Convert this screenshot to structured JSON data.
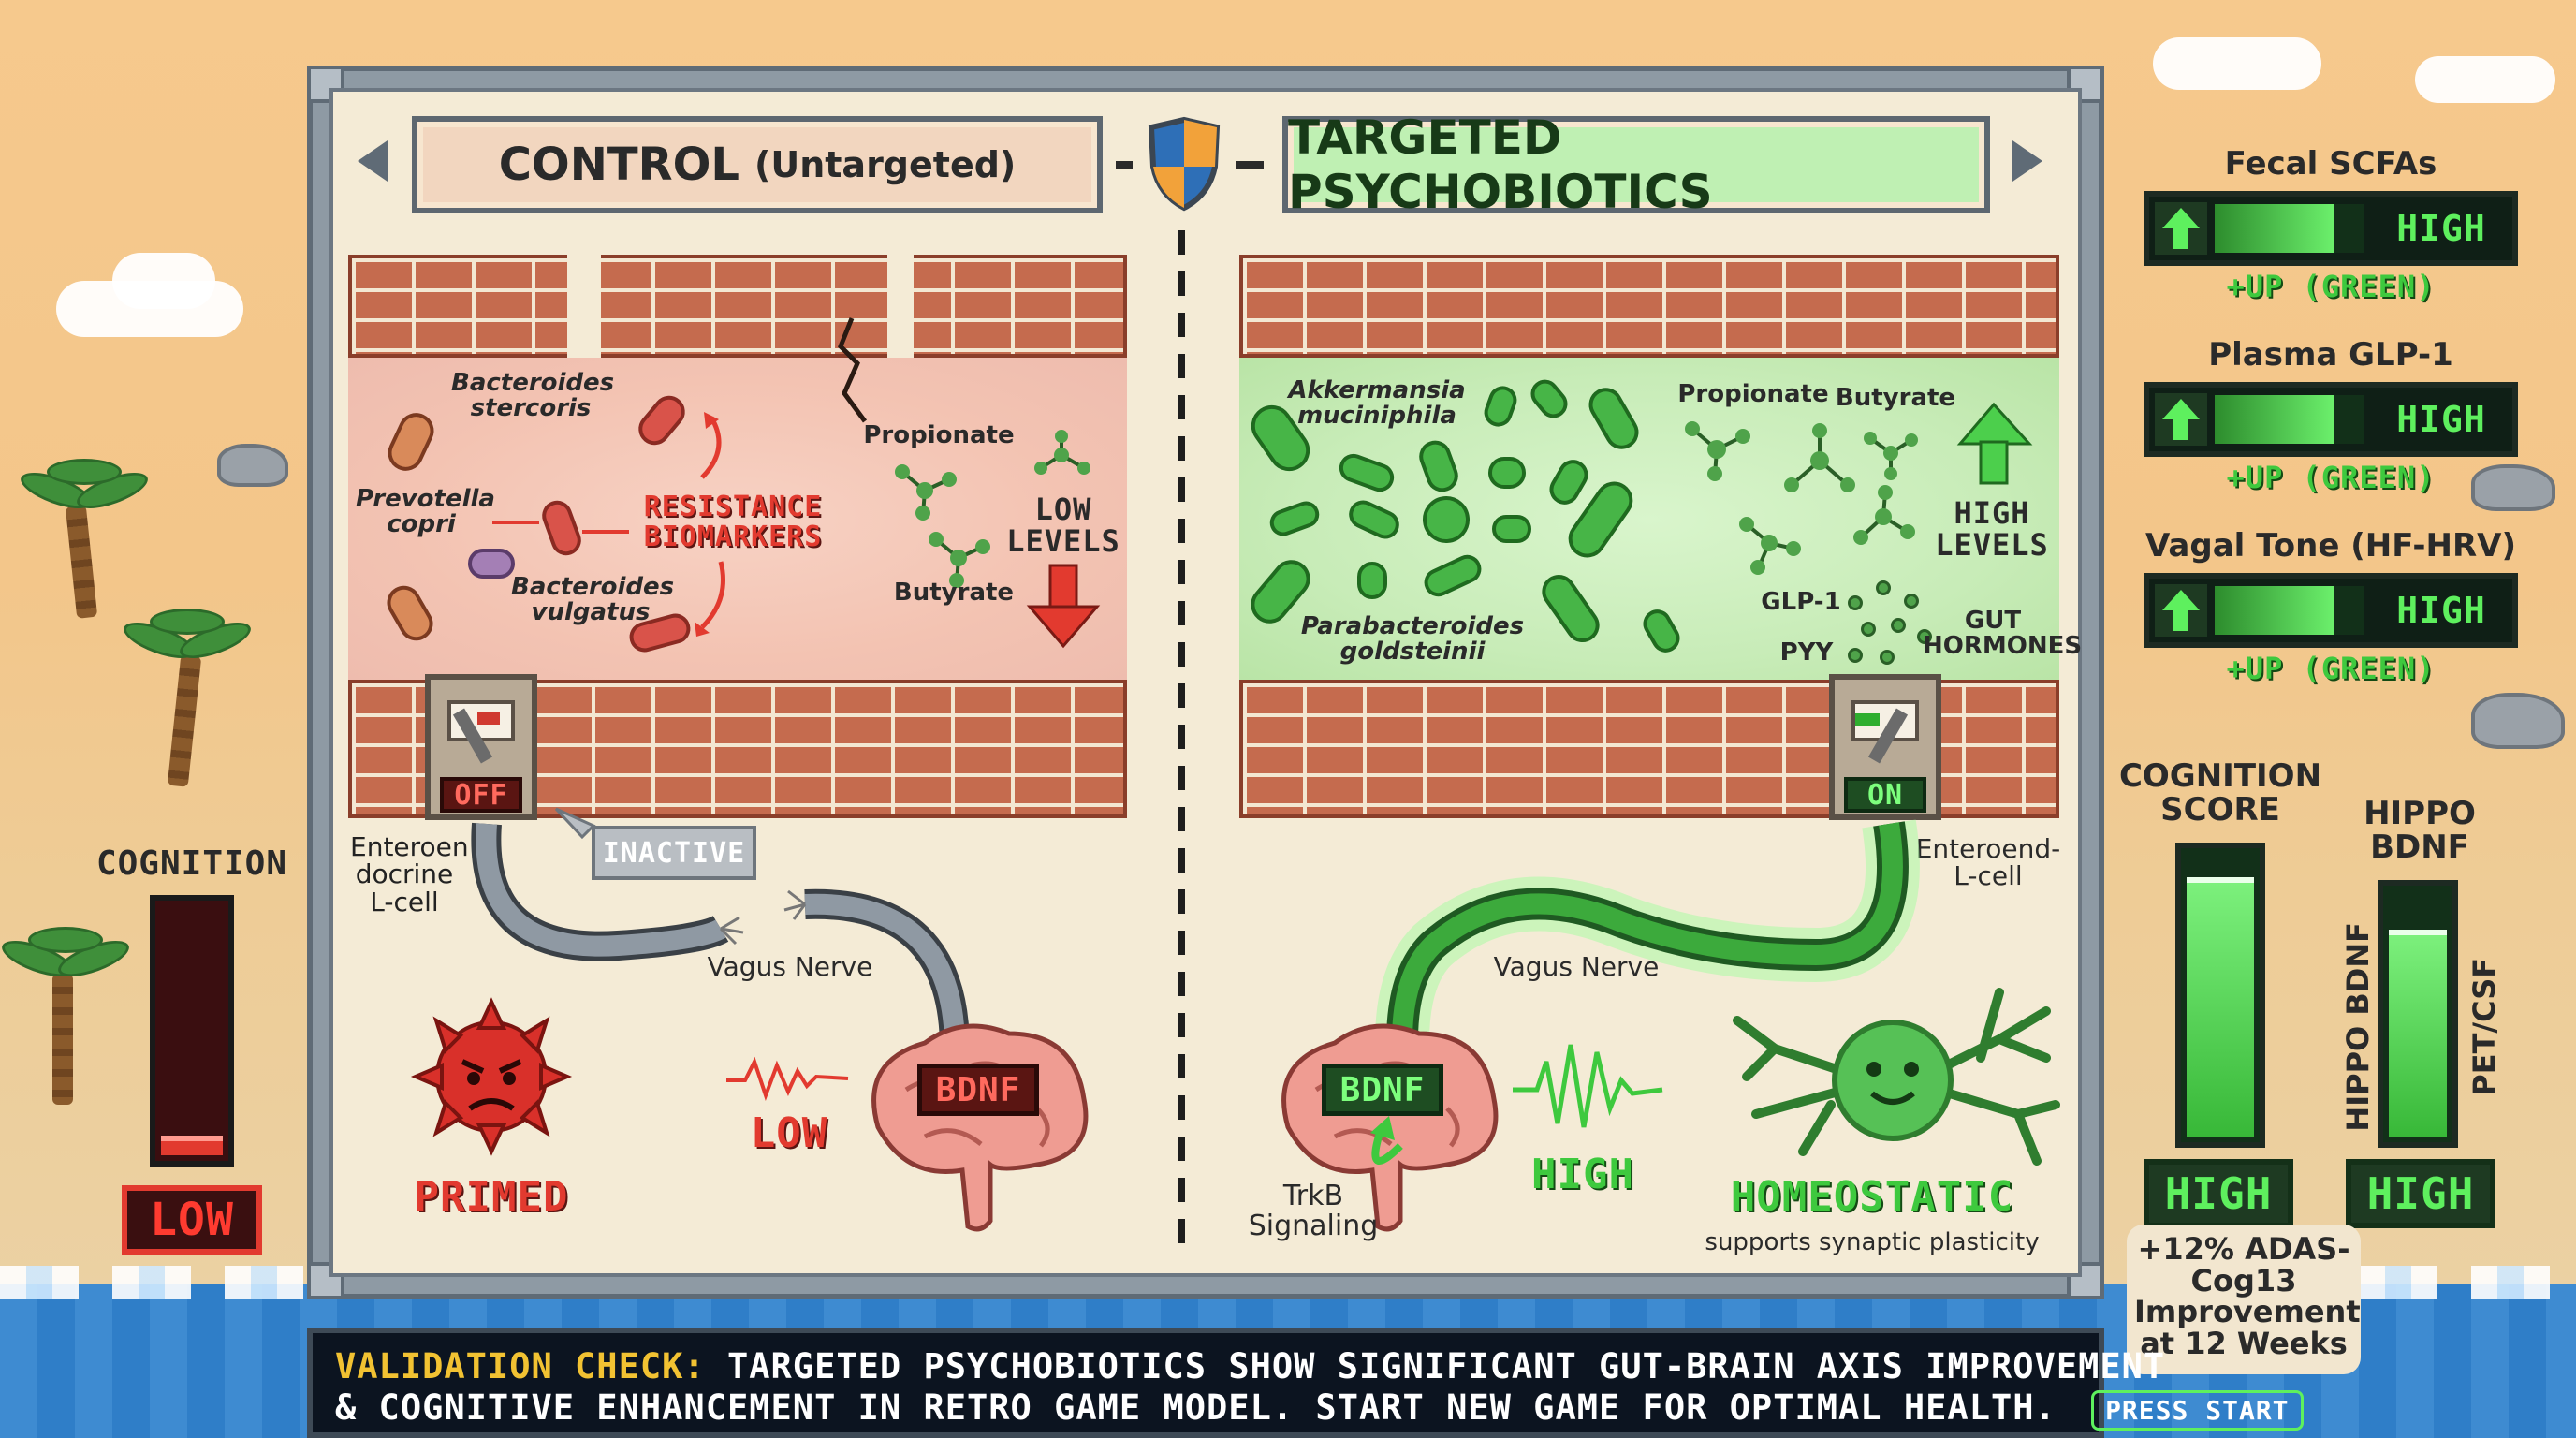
{
  "control": {
    "title_main": "CONTROL",
    "title_sub": "(Untargeted)",
    "bacteria": [
      "Bacteroides stercoris",
      "Prevotella copri",
      "Bacteroides vulgatus"
    ],
    "resistance": "RESISTANCE BIOMARKERS",
    "propionate": "Propionate",
    "butyrate": "Butyrate",
    "levels": "LOW LEVELS",
    "switch": "OFF",
    "cell": "Enteroen docrine L-cell",
    "inactive": "INACTIVE",
    "vagus": "Vagus Nerve",
    "bdnf": "BDNF",
    "low": "LOW",
    "primed": "PRIMED"
  },
  "targeted": {
    "title": "TARGETED PSYCHOBIOTICS",
    "bacteria": [
      "Akkermansia muciniphila",
      "Parabacteroides goldsteinii"
    ],
    "propionate": "Propionate",
    "butyrate": "Butyrate",
    "levels": "HIGH LEVELS",
    "glp1": "GLP-1",
    "pyy": "PYY",
    "gut_hormones": "GUT HORMONES",
    "switch": "ON",
    "cell": "Enteroend- L-cell",
    "vagus": "Vagus Nerve",
    "bdnf": "BDNF",
    "trkb": "TrkB Signaling",
    "high": "HIGH",
    "homeostatic": "HOMEOSTATIC",
    "plasticity": "supports synaptic plasticity"
  },
  "left_hud": {
    "label": "COGNITION",
    "value": "LOW",
    "level": 0.12
  },
  "right_hud": {
    "meters": [
      {
        "label": "Fecal SCFAs",
        "value": "HIGH",
        "note": "+UP (GREEN)",
        "level": 0.8
      },
      {
        "label": "Plasma GLP-1",
        "value": "HIGH",
        "note": "+UP (GREEN)",
        "level": 0.8
      },
      {
        "label": "Vagal Tone (HF-HRV)",
        "value": "HIGH",
        "note": "+UP (GREEN)",
        "level": 0.8
      }
    ],
    "cognition_label": "COGNITION SCORE",
    "cognition_value": "HIGH",
    "cognition_level": 0.92,
    "hippo_label": "HIPPO BDNF",
    "hippo_side": "HIPPO BDNF",
    "pet_side": "PET/CSF",
    "hippo_value": "HIGH",
    "hippo_level": 0.85,
    "improvement": "+12% ADAS-Cog13 Improvement at 12 Weeks"
  },
  "banner": {
    "prefix": "VALIDATION CHECK:",
    "line1": "TARGETED PSYCHOBIOTICS SHOW SIGNIFICANT GUT-BRAIN AXIS IMPROVEMENT",
    "line2": "& COGNITIVE ENHANCEMENT IN RETRO GAME MODEL. START NEW GAME FOR OPTIMAL HEALTH.",
    "button": "PRESS START"
  },
  "colors": {
    "green": "#4ccf4c",
    "red": "#e23a2f",
    "dark": "#1d2a22"
  }
}
